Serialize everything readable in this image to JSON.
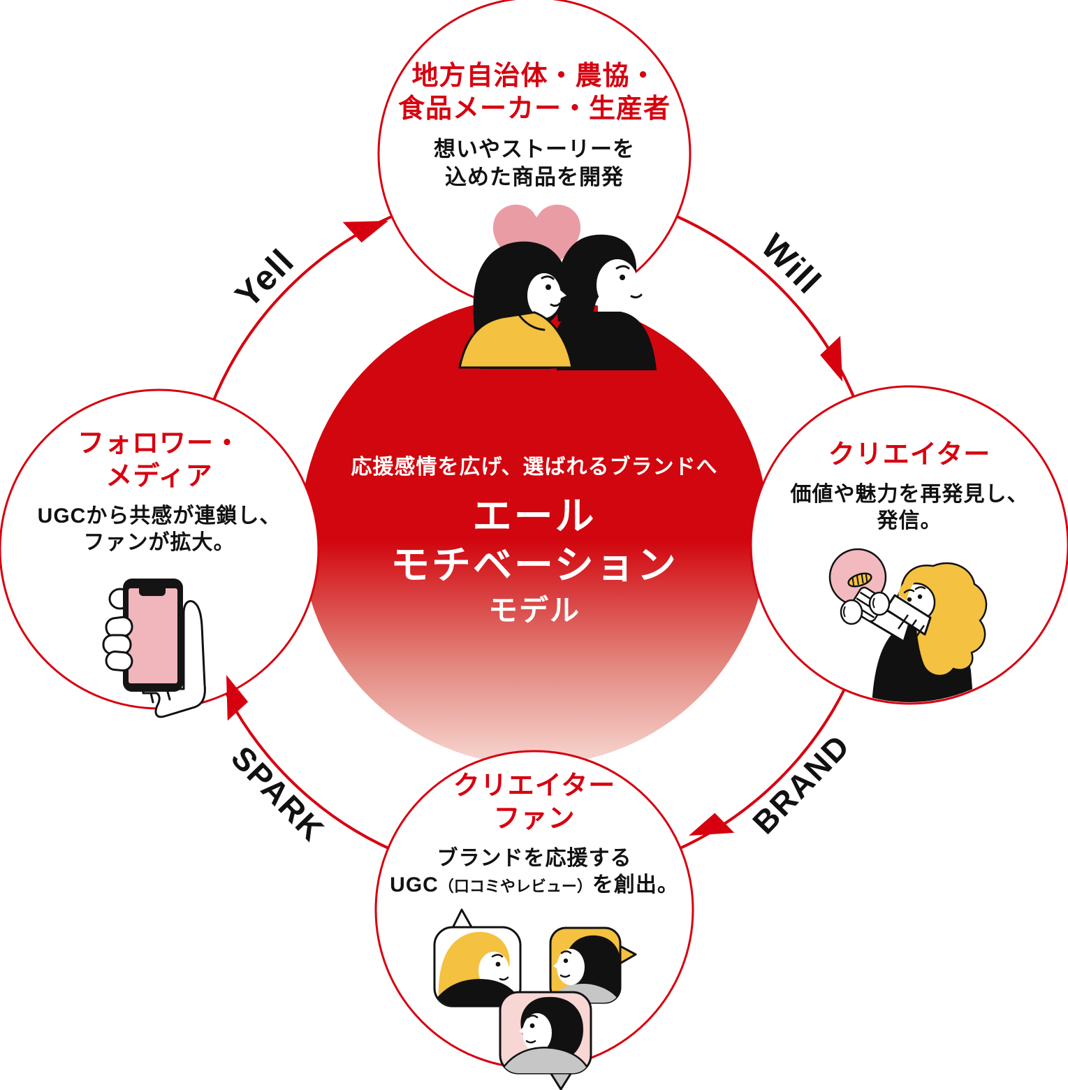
{
  "diagram_title": "エールモチベーションモデル",
  "colors": {
    "accent_red": "#d7000f",
    "center_gradient_top": "#d1060e",
    "center_gradient_bottom": "#f7d8d2",
    "ink": "#111111",
    "illustration_pink": "#f0b6bb",
    "heart_pink": "#ea9ca4",
    "bubble_pink": "#f7d6d4",
    "illustration_yellow": "#f4c140",
    "illustration_gray": "#c6c6c6"
  },
  "center_circle": {
    "tagline": "応援感情を広げ、選ばれるブランドへ",
    "title_line1": "エール",
    "title_line2": "モチベーション",
    "title_line3": "モデル"
  },
  "cycle_labels": {
    "top_left": "Yell",
    "top_right": "Will",
    "bottom_right": "BRAND",
    "bottom_left": "SPARK"
  },
  "nodes": {
    "top": {
      "title_line1": "地方自治体・農協・",
      "title_line2": "食品メーカー・生産者",
      "body_line1": "想いやストーリーを",
      "body_line2": "込めた商品を開発",
      "illustration": "couple-heart-illustration"
    },
    "right": {
      "title_line1": "クリエイター",
      "body_line1": "価値や魅力を再発見し、",
      "body_line2": "発信。",
      "illustration": "woman-lightbulb-illustration"
    },
    "bottom": {
      "title_line1": "クリエイター",
      "title_line2": "ファン",
      "body_line1": "ブランドを応援する",
      "body_line2_prefix": "UGC",
      "body_line2_small": "（口コミやレビュー）",
      "body_line2_suffix": "を創出。",
      "illustration": "chat-bubbles-illustration"
    },
    "left": {
      "title_line1": "フォロワー・",
      "title_line2": "メディア",
      "body_line1": "UGCから共感が連鎖し、",
      "body_line2": "ファンが拡大。",
      "illustration": "hand-smartphone-illustration"
    }
  }
}
